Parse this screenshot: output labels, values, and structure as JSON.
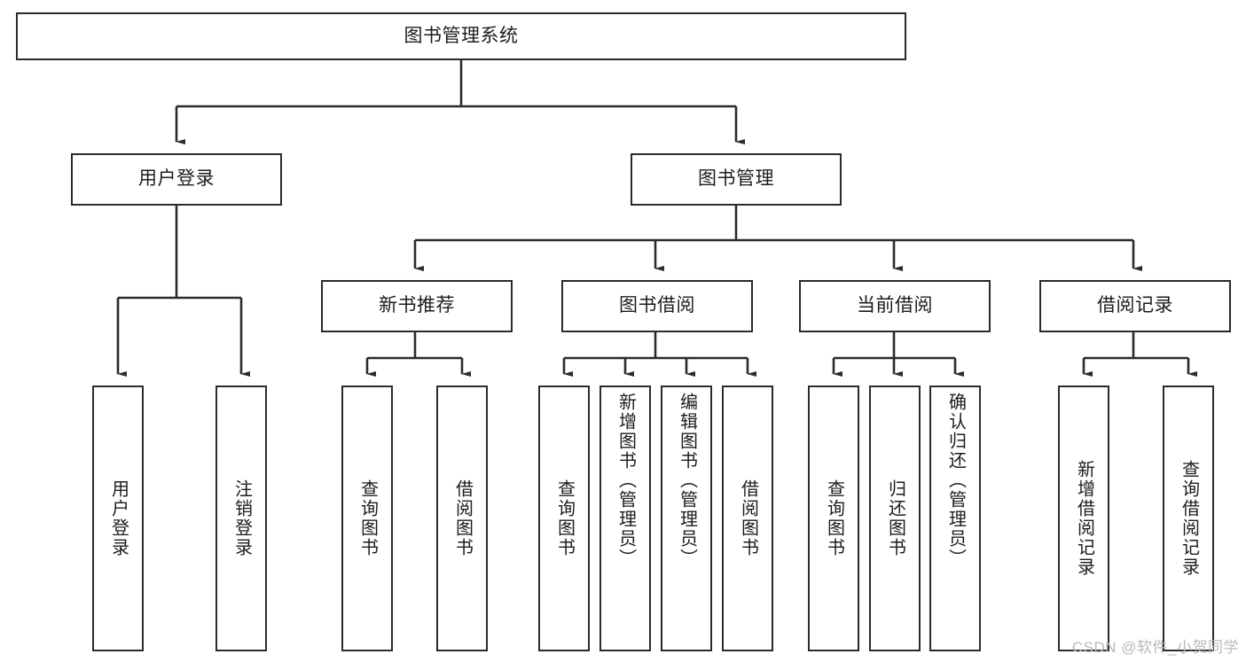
{
  "diagram": {
    "title": "图书管理系统",
    "type": "tree-hierarchy-diagram",
    "watermark": "CSDN @软件_小贺同学",
    "colors": {
      "background": "#ffffff",
      "box_border": "#2b2b2b",
      "box_fill": "#ffffff",
      "text": "#1c1c1c",
      "connector": "#2b2b2b",
      "watermark": "#b9b9b9"
    },
    "root": {
      "label": "图书管理系统"
    },
    "level2": [
      {
        "label": "用户登录"
      },
      {
        "label": "图书管理"
      }
    ],
    "level3": [
      {
        "label": "新书推荐"
      },
      {
        "label": "图书借阅"
      },
      {
        "label": "当前借阅"
      },
      {
        "label": "借阅记录"
      }
    ],
    "leaves": {
      "user_login": [
        {
          "label": "用户登录"
        },
        {
          "label": "注销登录"
        }
      ],
      "new_book": [
        {
          "label": "查询图书"
        },
        {
          "label": "借阅图书"
        }
      ],
      "book_borrow": [
        {
          "label": "查询图书"
        },
        {
          "label": "新增图书（管理员）"
        },
        {
          "label": "编辑图书（管理员）"
        },
        {
          "label": "借阅图书"
        }
      ],
      "current_borrow": [
        {
          "label": "查询图书"
        },
        {
          "label": "归还图书"
        },
        {
          "label": "确认归还（管理员）"
        }
      ],
      "borrow_record": [
        {
          "label": "新增借阅记录"
        },
        {
          "label": "查询借阅记录"
        }
      ]
    }
  }
}
